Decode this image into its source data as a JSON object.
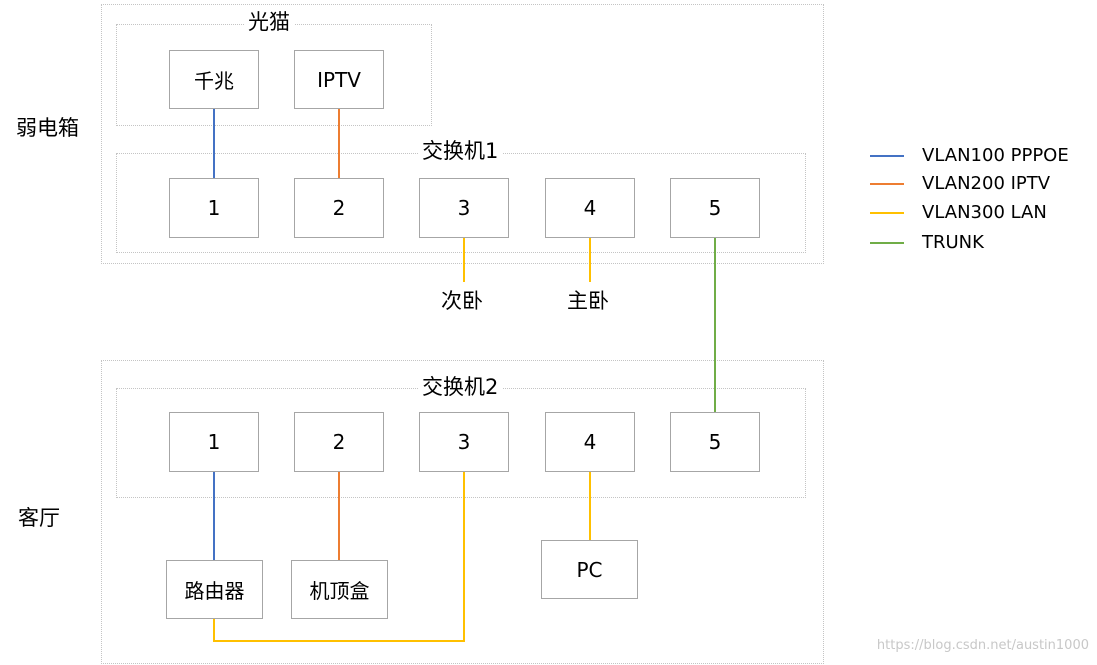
{
  "rooms": {
    "weak_box": "弱电箱",
    "living_room": "客厅"
  },
  "modem": {
    "title": "光猫",
    "ports": [
      "千兆",
      "IPTV"
    ]
  },
  "switch1": {
    "title": "交换机1",
    "ports": [
      "1",
      "2",
      "3",
      "4",
      "5"
    ],
    "destinations": [
      "次卧",
      "主卧"
    ]
  },
  "switch2": {
    "title": "交换机2",
    "ports": [
      "1",
      "2",
      "3",
      "4",
      "5"
    ]
  },
  "devices": {
    "router": "路由器",
    "set_top_box": "机顶盒",
    "pc": "PC"
  },
  "legend": [
    {
      "label": "VLAN100 PPPOE",
      "color": "#4472c4"
    },
    {
      "label": "VLAN200 IPTV",
      "color": "#ed7d31"
    },
    {
      "label": "VLAN300 LAN",
      "color": "#ffc000"
    },
    {
      "label": "TRUNK",
      "color": "#70ad47"
    }
  ],
  "watermark": "https://blog.csdn.net/austin1000"
}
